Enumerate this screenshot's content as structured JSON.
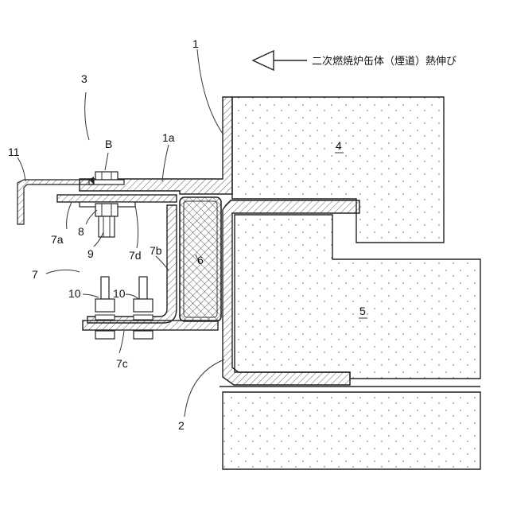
{
  "annotation": {
    "text": "二次燃焼炉缶体（煙道）熱伸び",
    "arrow_icon": "left-hollow-arrow-icon"
  },
  "labels": {
    "l1": "1",
    "l1a": "1a",
    "l2": "2",
    "l3": "3",
    "l4": "4",
    "l5": "5",
    "l6": "6",
    "l7": "7",
    "l7a": "7a",
    "l7b": "7b",
    "l7c": "7c",
    "l7d": "7d",
    "l8": "8",
    "l9": "9",
    "l10a": "10",
    "l10b": "10",
    "l11": "11",
    "lB": "B"
  },
  "colors": {
    "line": "#222222",
    "dots": "#555555"
  }
}
